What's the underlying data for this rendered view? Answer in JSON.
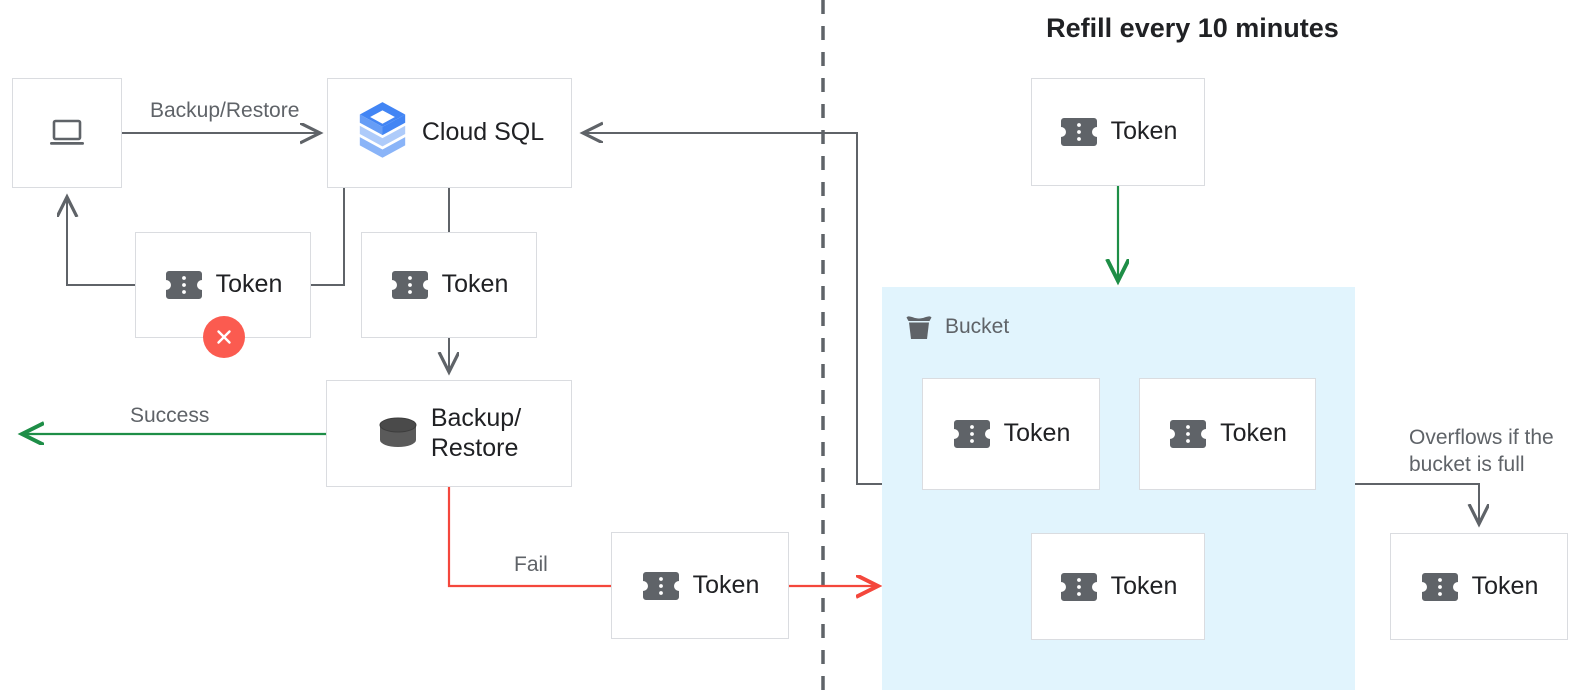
{
  "title": {
    "text": "Refill every 10 minutes"
  },
  "nodes": {
    "client": {
      "label": "",
      "icon": "laptop-icon"
    },
    "cloud_sql": {
      "label": "Cloud SQL",
      "icon": "cloud-sql-icon"
    },
    "token_failed": {
      "label": "Token",
      "icon": "token-icon",
      "badge": "error-x-icon"
    },
    "token_from_sql": {
      "label": "Token",
      "icon": "token-icon"
    },
    "backup_restore": {
      "label": "Backup/\nRestore",
      "icon": "database-icon"
    },
    "token_fail_out": {
      "label": "Token",
      "icon": "token-icon"
    },
    "token_refill": {
      "label": "Token",
      "icon": "token-icon"
    },
    "token_bucket_1": {
      "label": "Token",
      "icon": "token-icon"
    },
    "token_bucket_2": {
      "label": "Token",
      "icon": "token-icon"
    },
    "token_bucket_3": {
      "label": "Token",
      "icon": "token-icon"
    },
    "token_overflow": {
      "label": "Token",
      "icon": "token-icon"
    }
  },
  "bucket": {
    "label": "Bucket",
    "icon": "bucket-icon"
  },
  "edge_labels": {
    "backup_restore": "Backup/Restore",
    "success": "Success",
    "fail": "Fail",
    "overflow": "Overflows if the\nbucket is full"
  },
  "colors": {
    "green": "#1e8e47",
    "red": "#f4473c",
    "gray_line": "#5f6368",
    "box_border": "#dadce0",
    "bucket_bg": "#e1f4fd",
    "icon_gray": "#5f6368",
    "text_dark": "#202124",
    "text_muted": "#5f6368",
    "cloudsql_blue_dark": "#4285f4",
    "cloudsql_blue_mid": "#669df6",
    "cloudsql_blue_light": "#aecbfa"
  }
}
